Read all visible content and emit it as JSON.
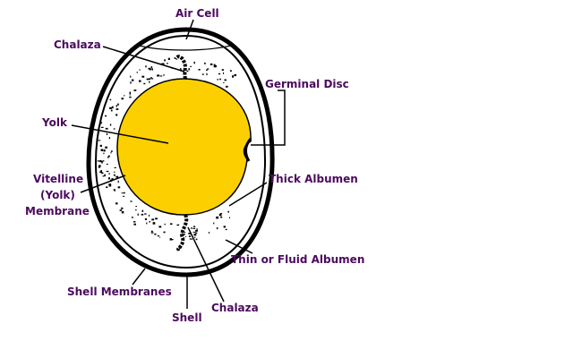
{
  "colors": {
    "label": "#4b0a5e",
    "yolk": "#fcd000",
    "outline": "#000000"
  },
  "labels": {
    "air_cell": "Air Cell",
    "chalaza_top": "Chalaza",
    "germinal_disc": "Germinal Disc",
    "yolk": "Yolk",
    "vitelline_1": "Vitelline",
    "vitelline_2": "(Yolk)",
    "vitelline_3": "Membrane",
    "thick_albumen": "Thick Albumen",
    "thin_albumen": "Thin or Fluid Albumen",
    "shell_membranes": "Shell Membranes",
    "shell": "Shell",
    "chalaza_bottom": "Chalaza"
  }
}
